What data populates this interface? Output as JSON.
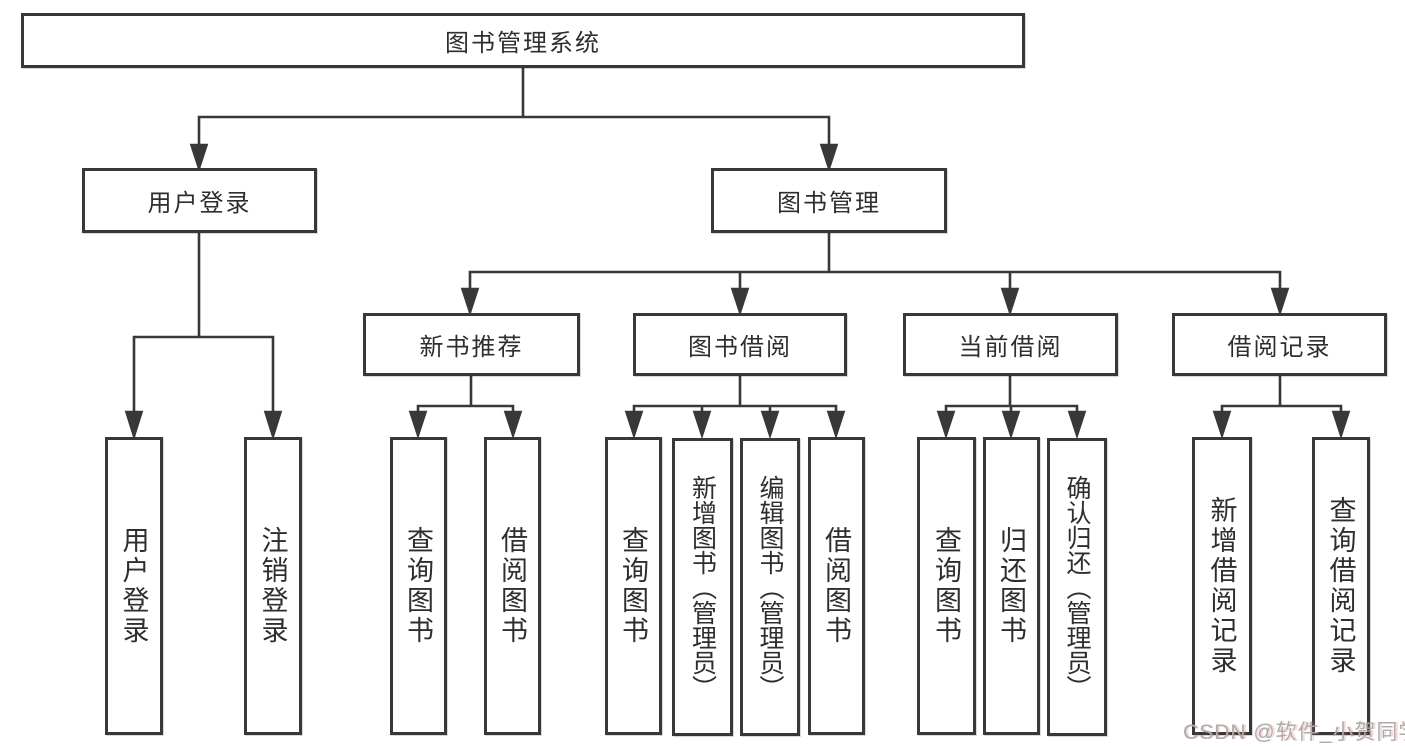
{
  "diagram": {
    "root": {
      "label": "图书管理系统"
    },
    "branches": {
      "user_login": {
        "label": "用户登录",
        "children": {
          "login": "用户登录",
          "logout": "注销登录"
        }
      },
      "book_management": {
        "label": "图书管理",
        "sections": {
          "new_book_recommend": {
            "label": "新书推荐",
            "children": {
              "query_books": "查询图书",
              "borrow_books": "借阅图书"
            }
          },
          "book_borrowing": {
            "label": "图书借阅",
            "children": {
              "query_books": "查询图书",
              "add_books_admin": "新增图书（管理员）",
              "edit_books_admin": "编辑图书（管理员）",
              "borrow_books": "借阅图书"
            }
          },
          "current_borrowing": {
            "label": "当前借阅",
            "children": {
              "query_books": "查询图书",
              "return_books": "归还图书",
              "confirm_return_admin": "确认归还（管理员）"
            }
          },
          "borrowing_records": {
            "label": "借阅记录",
            "children": {
              "add_record": "新增借阅记录",
              "query_record": "查询借阅记录"
            }
          }
        }
      }
    }
  },
  "watermark": {
    "text": "CSDN @软件_小贺同学"
  },
  "colors": {
    "line": "#383838",
    "text": "#2e2e2e",
    "background": "#ffffff",
    "watermark": "#adacab"
  }
}
